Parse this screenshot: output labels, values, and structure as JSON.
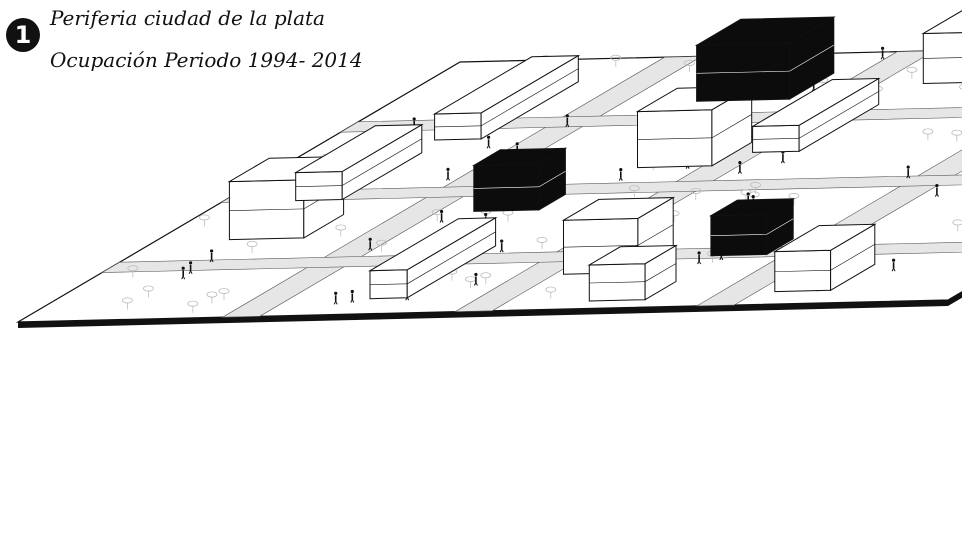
{
  "diagram": {
    "number": "1",
    "title_line_1": "Periferia ciudad de la plata",
    "title_line_2": "Ocupación Periodo 1994- 2014",
    "colors": {
      "ground": "#ffffff",
      "street": "#e6e6e6",
      "outline": "#111111",
      "building_light": "#ffffff",
      "building_dark": "#0c0c0c",
      "tree": "#bdbdbd"
    },
    "icons": [
      "tree-icon",
      "person-icon",
      "building-icon"
    ]
  }
}
